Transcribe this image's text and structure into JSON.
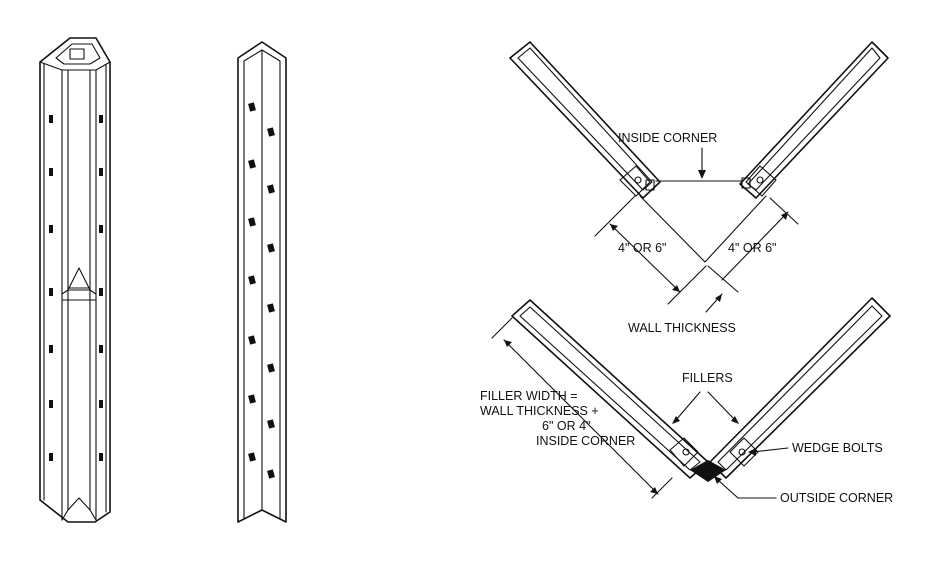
{
  "diagram": {
    "labels": {
      "inside_corner": "INSIDE CORNER",
      "dim_left": "4\" OR 6\"",
      "dim_right": "4\" OR 6\"",
      "wall_thickness": "WALL THICKNESS",
      "fillers": "FILLERS",
      "filler_width_1": "FILLER WIDTH =",
      "filler_width_2": "WALL THICKNESS +",
      "filler_width_3": "6\" OR 4\"",
      "filler_width_4": "INSIDE CORNER",
      "wedge_bolts": "WEDGE BOLTS",
      "outside_corner": "OUTSIDE CORNER"
    },
    "icons": {
      "inside_corner_post": "inside-corner-post-icon",
      "outside_corner_post": "outside-corner-post-icon"
    }
  }
}
